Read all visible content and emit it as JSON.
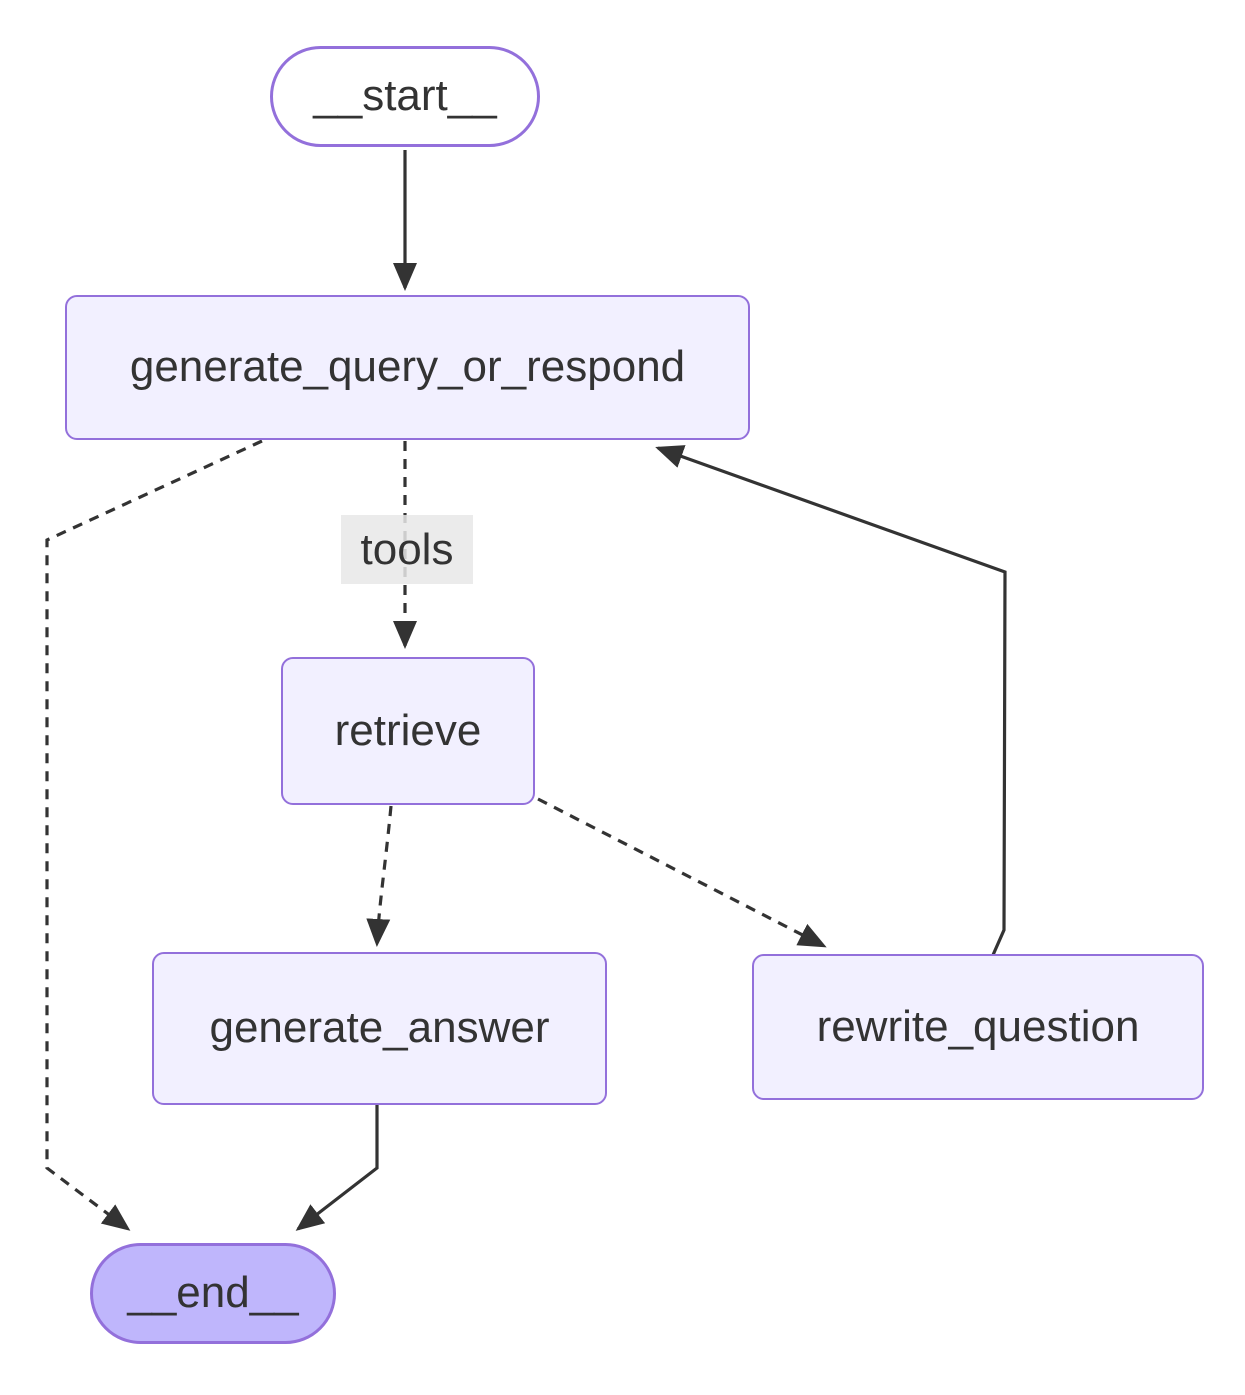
{
  "diagram": {
    "type": "flowchart",
    "direction": "top-down",
    "nodes": {
      "start": {
        "label": "__start__",
        "shape": "stadium"
      },
      "generate_query_or_respond": {
        "label": "generate_query_or_respond",
        "shape": "rect"
      },
      "retrieve": {
        "label": "retrieve",
        "shape": "rect"
      },
      "generate_answer": {
        "label": "generate_answer",
        "shape": "rect"
      },
      "rewrite_question": {
        "label": "rewrite_question",
        "shape": "rect"
      },
      "end": {
        "label": "__end__",
        "shape": "stadium"
      }
    },
    "edges": {
      "tools_label": "tools",
      "list": [
        {
          "from": "__start__",
          "to": "generate_query_or_respond",
          "style": "solid"
        },
        {
          "from": "generate_query_or_respond",
          "to": "retrieve",
          "style": "dashed",
          "label": "tools"
        },
        {
          "from": "generate_query_or_respond",
          "to": "__end__",
          "style": "dashed"
        },
        {
          "from": "retrieve",
          "to": "generate_answer",
          "style": "dashed"
        },
        {
          "from": "retrieve",
          "to": "rewrite_question",
          "style": "dashed"
        },
        {
          "from": "rewrite_question",
          "to": "generate_query_or_respond",
          "style": "solid"
        },
        {
          "from": "generate_answer",
          "to": "__end__",
          "style": "solid"
        }
      ]
    }
  },
  "colors": {
    "canvas-bg": "#ffffff",
    "node-fill": "#f2f0ff",
    "node-border": "#9370db",
    "start-fill": "#ffffff",
    "end-fill": "#bfb6fc",
    "edge-color": "#333333",
    "text-color": "#333333",
    "label-bg": "rgba(232,232,232,0.85)"
  }
}
